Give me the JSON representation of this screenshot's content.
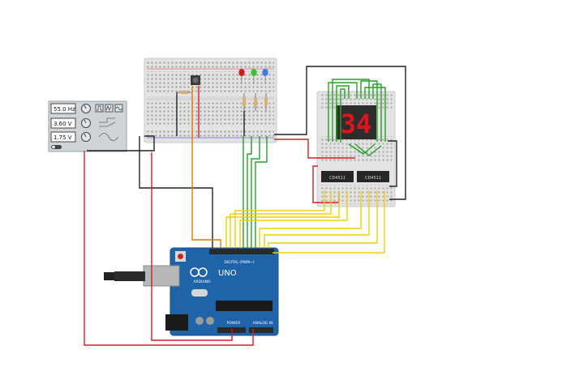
{
  "function_generator": {
    "frequency": "55.0 Hz",
    "amplitude": "3.60 V",
    "offset": "1.75 V"
  },
  "arduino": {
    "brand": "ARDUINO",
    "model": "UNO",
    "header_digital": "DIGITAL (PWM~)",
    "header_power": "POWER",
    "header_analog": "ANALOG IN"
  },
  "ics": {
    "left": "CD4511",
    "right": "CD4511"
  },
  "display": {
    "digits": "34",
    "color": "#e0141b"
  },
  "leds": [
    "#c81e1e",
    "#3bc43b",
    "#3b7de0"
  ],
  "colors": {
    "wire_red": "#d22020",
    "wire_orange": "#e07b00",
    "wire_green": "#25a025",
    "wire_yellow": "#f0d000",
    "wire_black": "#222222",
    "board_blue": "#1f63a8"
  }
}
